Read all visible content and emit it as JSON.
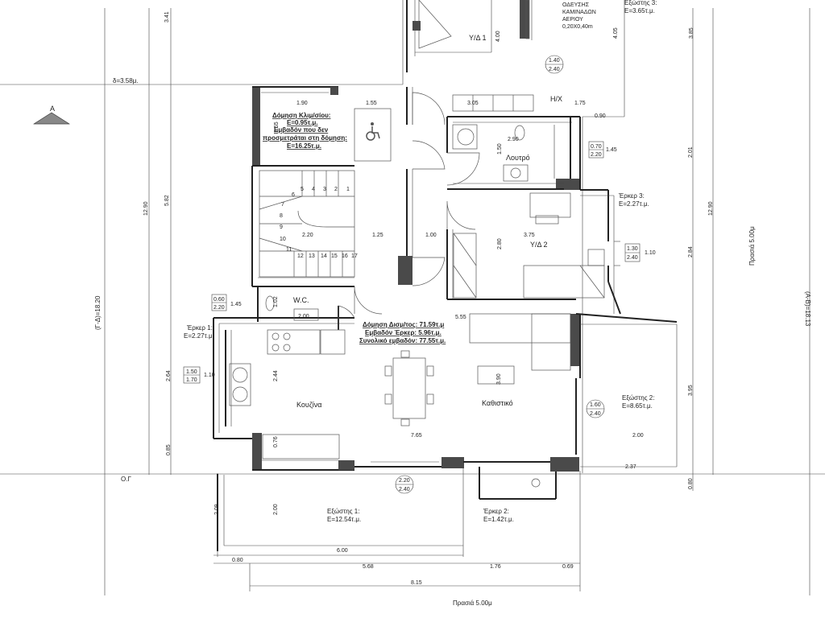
{
  "rooms": {
    "yd1": "Υ/Δ 1",
    "yd2": "Υ/Δ 2",
    "bath": "Λουτρό",
    "wc": "W.C.",
    "kitchen": "Κουζίνα",
    "living": "Καθιστικό"
  },
  "notes": {
    "chimney": [
      "ΟΔΕΥΣΗΣ",
      "ΚΑΜΙΝΑΔΩΝ",
      "ΑΕΡΙΟΥ",
      "0,20Χ0,40m"
    ],
    "ac": [
      "Δόμηση Κλιμ/σίου:",
      "Ε=0.95τ.μ.",
      "Εμβαδόν που δεν",
      "προσμετράται στη δόμηση:",
      "Ε=16.25τ.μ."
    ],
    "totals": [
      "Δόμηση Δισμ/τος: 71.59τ.μ",
      "Εμβαδόν Έρκερ: 5.96τ.μ.",
      "Συνολικό εμβαδόν: 77.55τ.μ."
    ],
    "balcony3": [
      "Εξώστης 3:",
      "Ε=3.65τ.μ."
    ],
    "erker3": [
      "Έρκερ 3:",
      "Ε=2.27τ.μ."
    ],
    "erker1": [
      "Έρκερ 1:",
      "Ε=2.27τ.μ."
    ],
    "balcony2": [
      "Εξώστης 2:",
      "Ε=8.65τ.μ."
    ],
    "balcony1": [
      "Εξώστης 1:",
      "Ε=12.54τ.μ."
    ],
    "erker2": [
      "Έρκερ 2:",
      "Ε=1.42τ.μ."
    ],
    "hx": "Η/Χ",
    "delta": "δ=3.58μ.",
    "og": "Ο.Γ",
    "section": "Α",
    "side_left": "(Γ-Δ)=18.20",
    "side_right": "(Α-Β)=18.13",
    "prasia_right": "Πρασιά 5.00μ",
    "prasia_bottom": "Πρασιά 5.00μ"
  },
  "windows": {
    "w1": [
      "1.40",
      "2.40"
    ],
    "w2": [
      "0.70",
      "2.20"
    ],
    "w3": [
      "1.30",
      "2.40"
    ],
    "w4": [
      "0.60",
      "2.20"
    ],
    "w5": [
      "1.50",
      "1.70"
    ],
    "w6": [
      "1.60",
      "2.40"
    ],
    "w7": [
      "2.20",
      "2.40"
    ]
  },
  "dims": {
    "d341": "3.41",
    "d400": "4.00",
    "d405": "4.05",
    "d385": "3.85",
    "d190": "1.90",
    "d155a": "1.55",
    "d305": "3.05",
    "d175": "1.75",
    "d090": "0.90",
    "d155b": "1.55",
    "d290": "2.90",
    "d150": "1.50",
    "d145a": "1.45",
    "d201": "2.01",
    "d1290l": "12.90",
    "d582": "5.82",
    "d1290r": "12.90",
    "d125": "1.25",
    "d100": "1.00",
    "d375": "3.75",
    "d280": "2.80",
    "d220": "2.20",
    "d110a": "1.10",
    "d284": "2.84",
    "d145b": "1.45",
    "d102": "1.02",
    "d200a": "2.00",
    "d555": "5.55",
    "d110b": "1.10",
    "d244": "2.44",
    "d264": "2.64",
    "d390": "3.90",
    "d395": "3.95",
    "d200b": "2.00",
    "d765": "7.65",
    "d076": "0.76",
    "d085": "0.85",
    "d237": "2.37",
    "d080a": "0.80",
    "d209": "2.09",
    "d200c": "2.00",
    "d600": "6.00",
    "d080b": "0.80",
    "d568": "5.68",
    "d176": "1.76",
    "d069": "0.69",
    "d815": "8.15"
  },
  "stairs": [
    "1",
    "2",
    "3",
    "4",
    "5",
    "6",
    "7",
    "8",
    "9",
    "10",
    "11",
    "12",
    "13",
    "14",
    "15",
    "16",
    "17"
  ]
}
